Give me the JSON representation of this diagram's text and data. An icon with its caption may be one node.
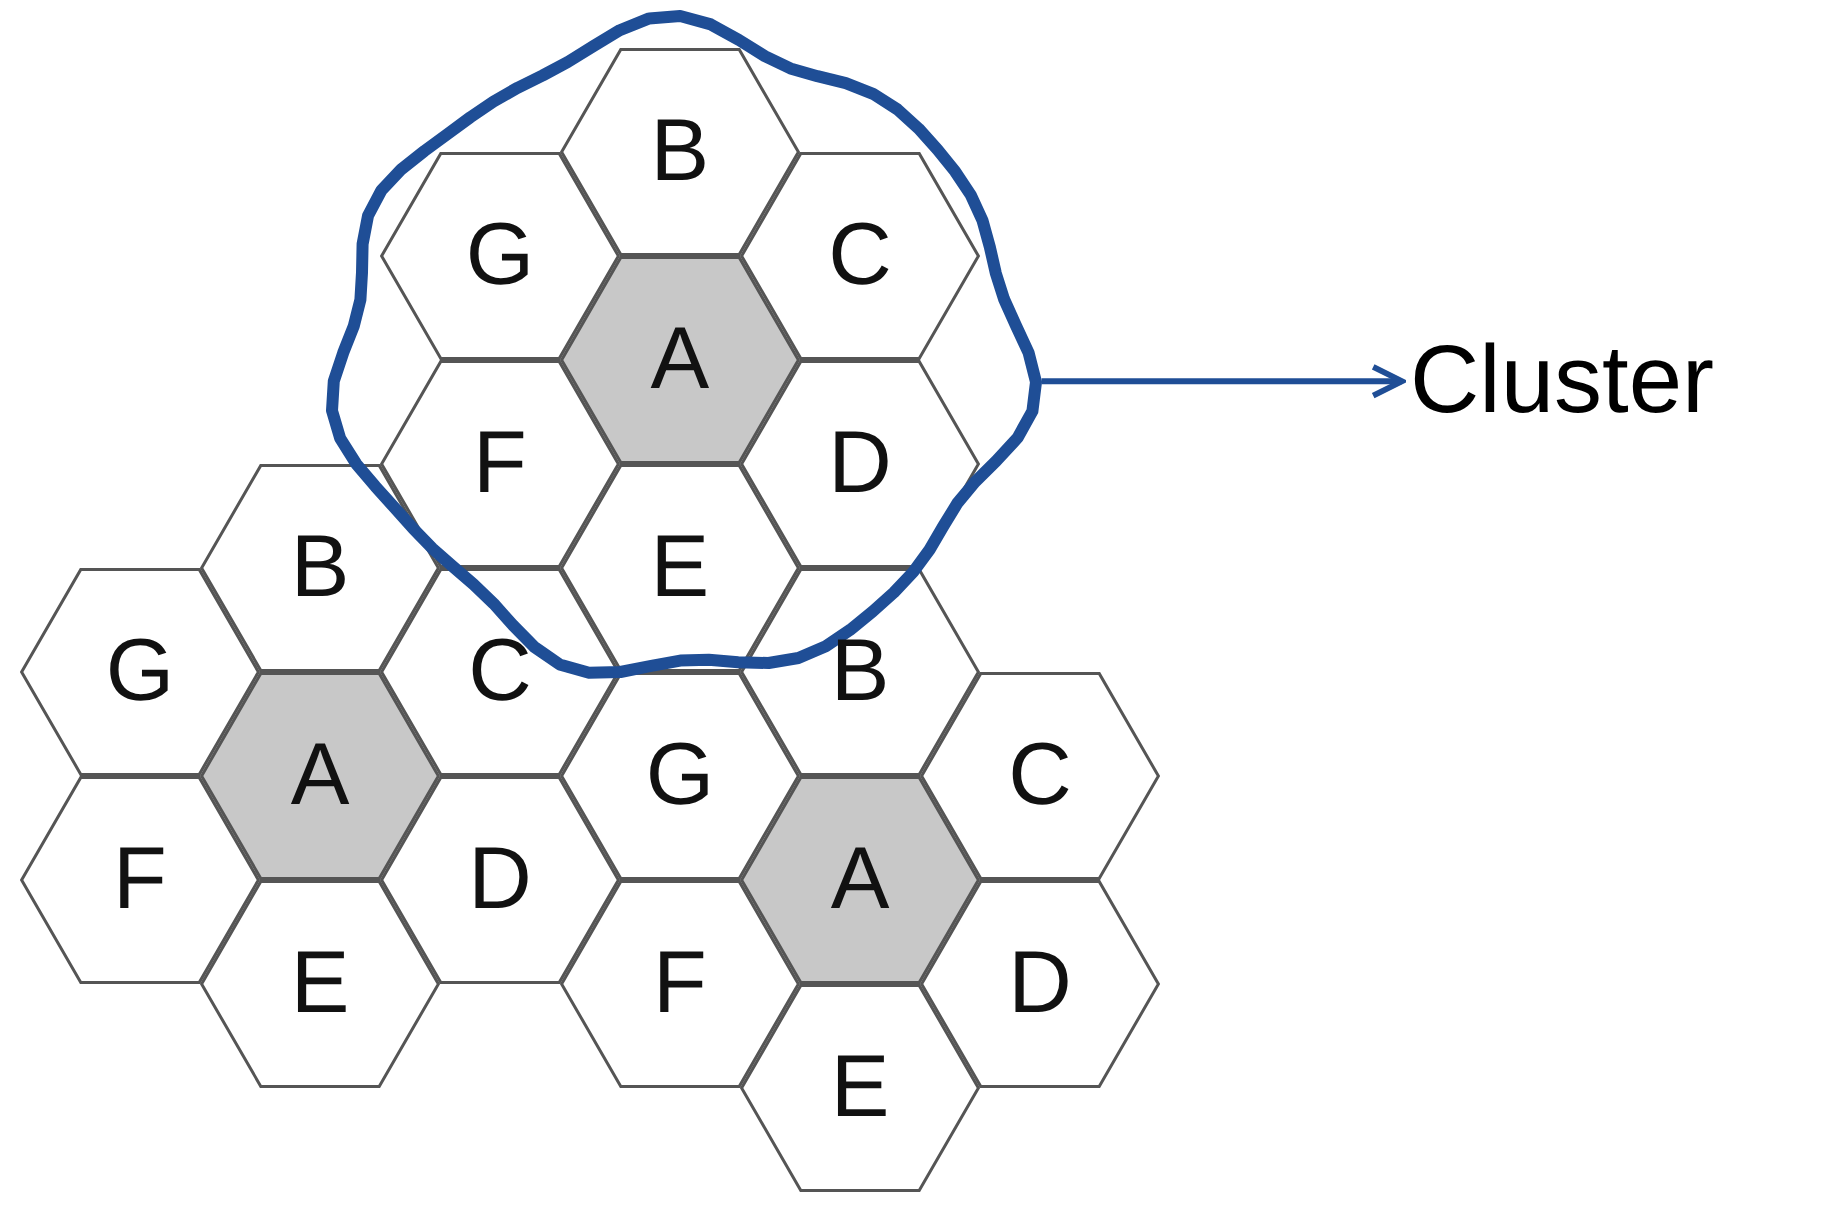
{
  "diagram": {
    "nodes": [
      {
        "text": [],
        "shape": "loop"
      },
      {
        "text": [
          "B"
        ],
        "in": 0
      },
      {
        "text": [
          "G"
        ],
        "in": 0
      },
      {
        "text": [
          "C"
        ],
        "in": 0
      },
      {
        "text": [
          "A"
        ],
        "in": 0
      },
      {
        "text": [
          "F"
        ],
        "in": 0
      },
      {
        "text": [
          "D"
        ],
        "in": 0
      },
      {
        "text": [
          "E"
        ],
        "in": 0
      },
      {
        "text": [
          "Cluster"
        ]
      },
      {
        "text": [
          "B"
        ]
      },
      {
        "text": [
          "G"
        ]
      },
      {
        "text": [
          "C"
        ]
      },
      {
        "text": [
          "A"
        ]
      },
      {
        "text": [
          "F"
        ]
      },
      {
        "text": [
          "D"
        ]
      },
      {
        "text": [
          "E"
        ]
      },
      {
        "text": [
          "B"
        ]
      },
      {
        "text": [
          "G"
        ]
      },
      {
        "text": [
          "C"
        ]
      },
      {
        "text": [
          "A"
        ]
      },
      {
        "text": [
          "F"
        ]
      },
      {
        "text": [
          "D"
        ]
      },
      {
        "text": [
          "E"
        ]
      }
    ],
    "edges": [
      {
        "from": 0,
        "to": 8,
        "arrow": "to"
      }
    ]
  }
}
